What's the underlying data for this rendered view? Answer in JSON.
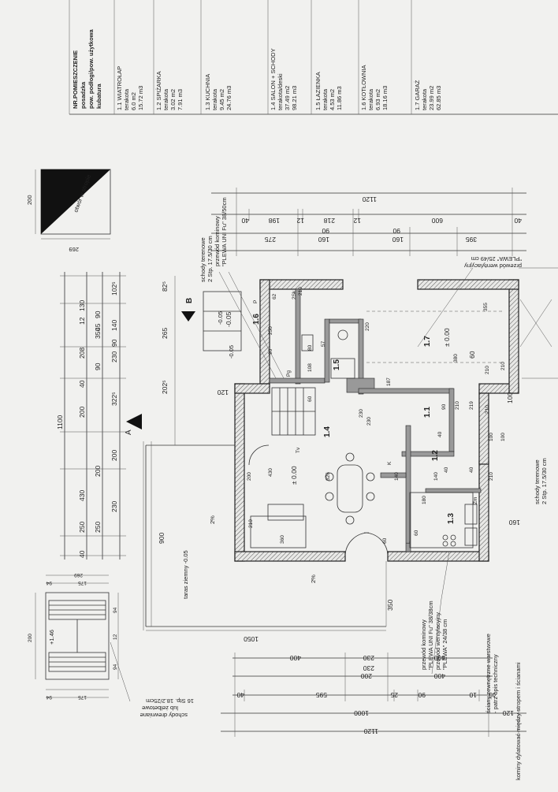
{
  "legend": {
    "header": [
      "NR.POMIESZCZENIE",
      "posadzka",
      "pow. podłogi/pow. użytkowa",
      "kubatura"
    ],
    "rooms": [
      {
        "name": "1.1 WIATROŁAP",
        "floor": "terakota",
        "area": "6.0 m2",
        "volume": "15.72 m3"
      },
      {
        "name": "1.2 SPIŻARKA",
        "floor": "terakota",
        "area": "3.02 m2",
        "volume": "7.91 m3"
      },
      {
        "name": "1.3 KUCHNIA",
        "floor": "terakota",
        "area": "9.45 m2",
        "volume": "24.76 m3"
      },
      {
        "name": "1.4 SALON + SCHODY",
        "floor": "terakota/deski",
        "area": "37.49 m2",
        "volume": "98.21 m3"
      },
      {
        "name": "1.5 ŁAZIENKA",
        "floor": "terakota",
        "area": "4.53 m2",
        "volume": "11.86 m3"
      },
      {
        "name": "1.6 KOTŁOWNIA",
        "floor": "terakota",
        "area": "6.93 m2",
        "volume": "18.16 m3"
      },
      {
        "name": "1.7 GARAŻ",
        "floor": "terakota",
        "area": "23.99 m2",
        "volume": "62.85 m3"
      }
    ]
  },
  "ceiling_opening": {
    "label": "otwór w stropie",
    "dim_a": "200",
    "dim_b": "269"
  },
  "stair_detail": {
    "dims": [
      "94",
      "175",
      "269",
      "94",
      "175",
      "200",
      "94",
      "12",
      "94"
    ],
    "level": "+1.46"
  },
  "stair_note": [
    "schody drewniane",
    "lub żelbetowe",
    "16 Stp. 18.2/25cm"
  ],
  "notes": {
    "terrace_stairs_1": [
      "schody terenowe",
      "2 Stp. 17.5/30 cm"
    ],
    "flue_1": [
      "przewód kominowy",
      "\"PLEWA UNI Fu\" 38/50cm"
    ],
    "vent_1": [
      "przewód wentylacyjny",
      "\"PLEWA\" 25/49 cm"
    ],
    "flue_2": [
      "przewód kominowy",
      "\"PLEWA UNI Fu\" 38/38cm",
      "przewód wentylacyjny",
      "\"PLEWA\" 24/38 cm"
    ],
    "walls": [
      "ściany zewnętrzne warstwowe",
      "- patrz opis techniczny"
    ],
    "expansion": "kominy dylatować między stropem i ścianami",
    "terrace_stairs_2": [
      "schody terenowe",
      "2 Stp. 17.5/30 cm"
    ],
    "terrace": "taras ziemny -0.05"
  },
  "room_labels": [
    "1.6",
    "1.5",
    "1.7",
    "1.1",
    "1.2",
    "1.4",
    "1.3"
  ],
  "levels": [
    "± 0.00",
    "± 0.00",
    "-0.05"
  ],
  "marks": {
    "section": "A",
    "section_b": "B",
    "slope": "2%",
    "slope_2": "2%",
    "lev_tag": "-0.05",
    "lev_tag_b": "-0.05"
  },
  "dims_top": {
    "total": "1120",
    "row1": [
      "40",
      "198",
      "12",
      "218",
      "12",
      "600",
      "40"
    ],
    "row2": [
      "275",
      "160",
      "90",
      "160",
      "90"
    ],
    "row3": [
      "395"
    ]
  },
  "dims_bottom": {
    "total": "1120",
    "row1": [
      "400",
      "230",
      "400"
    ],
    "row2": [
      "200",
      "230",
      "400"
    ],
    "row3": [
      "40",
      "595",
      "25",
      "90",
      "10",
      "40"
    ],
    "row4": [
      "1000",
      "120"
    ]
  },
  "dims_left": {
    "total": "1100",
    "col1": [
      "40",
      "250",
      "430",
      "200",
      "40",
      "208",
      "12",
      "130"
    ],
    "col2": [
      "230",
      "200",
      "322⁵",
      "350",
      "102⁵"
    ],
    "col3": [
      "90",
      "45",
      "90",
      "140"
    ]
  },
  "dims_misc": [
    "900",
    "350",
    "1050",
    "265",
    "202⁵",
    "82⁵",
    "120",
    "100",
    "160",
    "60"
  ],
  "interior_dims": [
    "355",
    "380",
    "220",
    "250",
    "210",
    "326",
    "180",
    "230",
    "360",
    "230",
    "140",
    "140",
    "60",
    "60",
    "90",
    "90",
    "210",
    "219",
    "210",
    "187",
    "108",
    "57",
    "80",
    "40",
    "60",
    "62",
    "P",
    "L",
    "Zm",
    "K",
    "Tv",
    "Pg",
    "210",
    "210",
    "100",
    "100",
    "430",
    "200",
    "210",
    "210",
    "40",
    "40",
    "2Sk"
  ]
}
